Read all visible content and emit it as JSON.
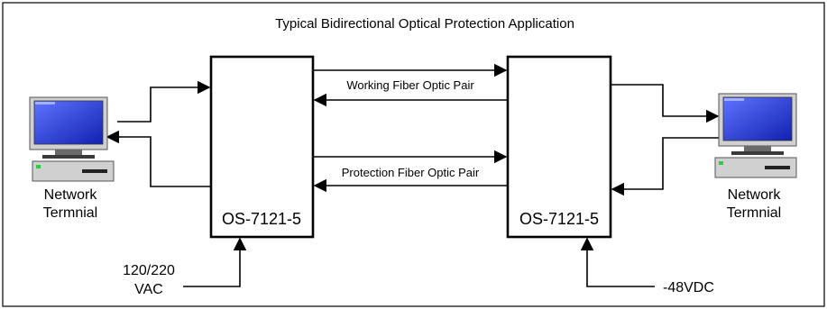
{
  "title": "Typical Bidirectional Optical Protection Application",
  "devices": {
    "left": "OS-7121-5",
    "right": "OS-7121-5"
  },
  "links": {
    "working": "Working Fiber Optic Pair",
    "protection": "Protection Fiber Optic Pair"
  },
  "terminals": {
    "left": {
      "line1": "Network",
      "line2": "Termnial"
    },
    "right": {
      "line1": "Network",
      "line2": "Termnial"
    }
  },
  "power": {
    "left": {
      "line1": "120/220",
      "line2": "VAC"
    },
    "right": {
      "line1": "-48VDC"
    }
  },
  "colors": {
    "screen": "#1a2fd6",
    "monitor_frame": "#c8c8c8",
    "led": "#2ecc40"
  },
  "icons": [
    "computer-terminal-icon"
  ]
}
